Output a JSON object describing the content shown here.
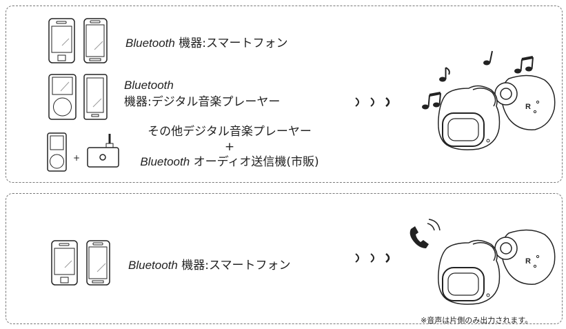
{
  "colors": {
    "line": "#222222",
    "dash": "#777777",
    "bg": "#ffffff"
  },
  "section_music": {
    "rows": [
      {
        "brand": "Bluetooth",
        "label": "機器:スマートフォン"
      },
      {
        "brand": "Bluetooth",
        "label": "機器:デジタル音楽プレーヤー"
      },
      {
        "line1": "その他デジタル音楽プレーヤー",
        "plus": "+",
        "brand": "Bluetooth",
        "label": "オーディオ送信機(市販)"
      }
    ],
    "small_plus": "+"
  },
  "section_call": {
    "row": {
      "brand": "Bluetooth",
      "label": "機器:スマートフォン"
    },
    "note": "※音声は片側のみ出力されます。"
  },
  "icons": {
    "phone": "smartphone-icon",
    "player": "music-player-icon",
    "transmitter": "transmitter-icon",
    "notes": "music-note-icon",
    "earbuds": "earbuds-icon",
    "call": "phone-call-icon",
    "arrows": "chevron-arrows-icon"
  }
}
